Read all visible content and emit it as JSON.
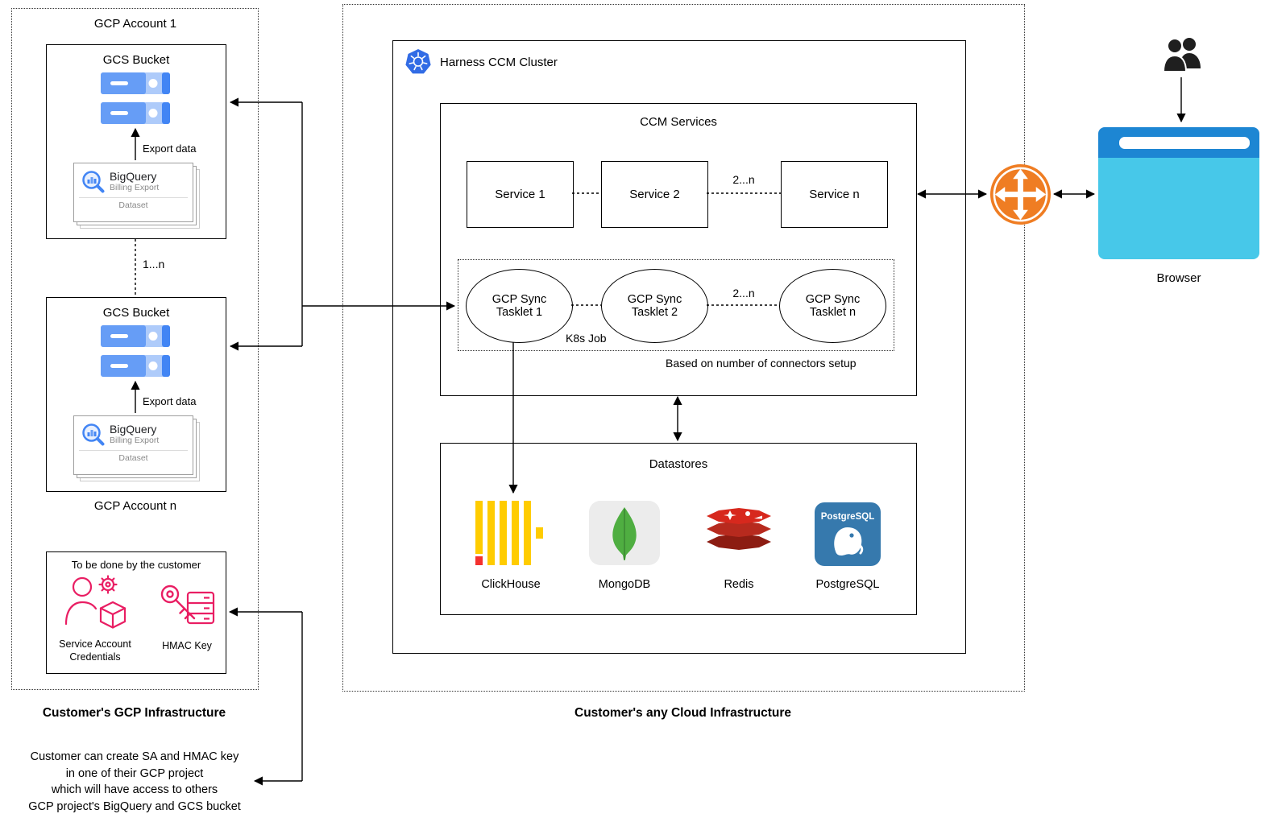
{
  "left": {
    "region_title": "Customer's GCP Infrastructure",
    "account1_label": "GCP Account 1",
    "accountN_label": "GCP Account n",
    "one_n_label": "1...n",
    "gcs_bucket": {
      "title": "GCS Bucket",
      "export_label": "Export data",
      "bigquery_title": "BigQuery",
      "bigquery_subtitle": "Billing Export",
      "bigquery_dataset": "Dataset"
    },
    "customer_tasks": {
      "title": "To be done by the customer",
      "service_account_label": "Service Account\nCredentials",
      "hmac_label": "HMAC Key"
    },
    "footnote": "Customer can create SA and HMAC key\nin one of their GCP project\nwhich will have access to others\nGCP project's BigQuery and GCS bucket"
  },
  "center": {
    "region_title": "Customer's any Cloud Infrastructure",
    "cluster_title": "Harness CCM Cluster",
    "ccm": {
      "title": "CCM Services",
      "services": [
        "Service 1",
        "Service 2",
        "Service n"
      ],
      "two_n_label": "2...n",
      "tasklets": [
        "GCP Sync\nTasklet 1",
        "GCP Sync\nTasklet 2",
        "GCP Sync\nTasklet n"
      ],
      "k8s_job_label": "K8s Job",
      "note": "Based on number of connectors setup"
    },
    "datastores": {
      "title": "Datastores",
      "clickhouse": "ClickHouse",
      "mongodb": "MongoDB",
      "redis": "Redis",
      "postgresql": "PostgreSQL",
      "postgresql_icon_text": "PostgreSQL"
    }
  },
  "right": {
    "browser_label": "Browser"
  },
  "colors": {
    "gcp_blue": "#4285f4",
    "gcp_light_blue": "#aecbfa",
    "pink_accent": "#e91e63",
    "kubernetes_blue": "#326ce5",
    "clickhouse_yellow": "#ffcc00",
    "clickhouse_red": "#f4312e",
    "mongodb_green": "#4fae41",
    "redis_red": "#d7281d",
    "postgresql_blue": "#3679ad",
    "browser_header_blue": "#1d86d3",
    "browser_body_cyan": "#47c8e9",
    "load_balancer_orange": "#ef7d23"
  }
}
